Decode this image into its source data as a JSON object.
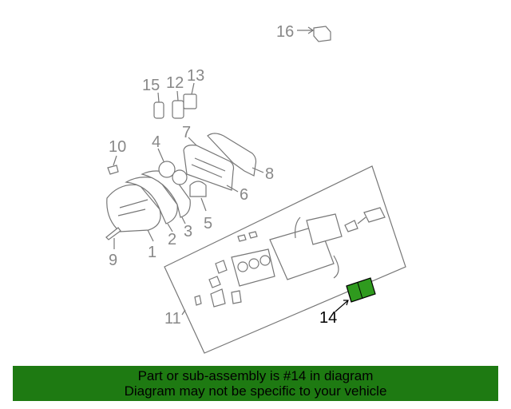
{
  "callouts": {
    "c1": "1",
    "c2": "2",
    "c3": "3",
    "c4": "4",
    "c5": "5",
    "c6": "6",
    "c7": "7",
    "c8": "8",
    "c9": "9",
    "c10": "10",
    "c11": "11",
    "c12": "12",
    "c13": "13",
    "c14": "14",
    "c15": "15",
    "c16": "16"
  },
  "highlight_part": "14",
  "colors": {
    "highlight": "#1e7a12",
    "banner_bg": "#1e7a12",
    "line": "#777777"
  },
  "banner": {
    "line1": "Part or sub-assembly is #14 in diagram",
    "line2": "Diagram may not be specific to your vehicle"
  }
}
